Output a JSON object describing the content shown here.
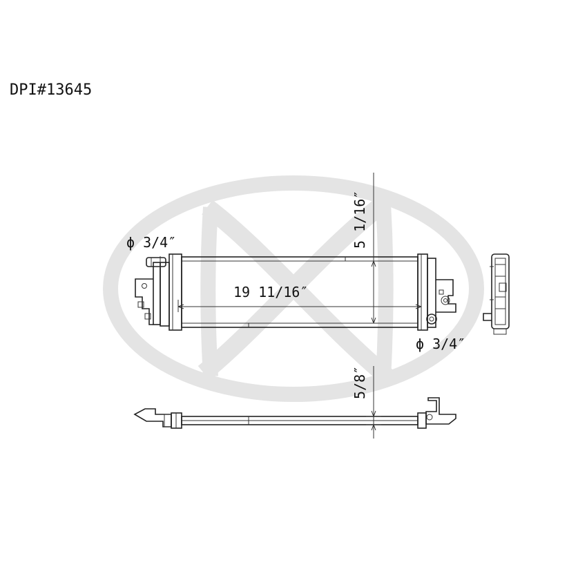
{
  "part_number": "DPI#13645",
  "dimensions": {
    "core_width": "19 11/16″",
    "core_height": "5 1/16″",
    "core_thickness": "5/8″",
    "inlet_diameter": "ϕ 3/4″",
    "outlet_diameter": "ϕ 3/4″"
  },
  "colors": {
    "line": "#222222",
    "watermark": "#e4e4e4"
  }
}
